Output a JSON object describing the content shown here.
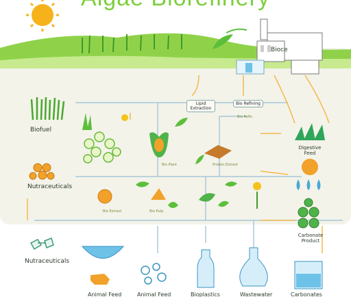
{
  "title": "Algae Biorefinery",
  "building_sign": "Bioce",
  "process_boxes": [
    "Lipid Extraction",
    "Bio Refining"
  ],
  "process_box_note": "Bio Refin",
  "small_labels": [
    "Bio Plant",
    "Protein Extract",
    "Bio Extract",
    "Bio Pulp"
  ],
  "labels": {
    "biofuel": "Biofuel",
    "nutraceuticals_top": "Nutraceuticals",
    "nutraceuticals_bottom": "Nutraceuticals",
    "right_top": "Digestive Feed",
    "right_bottom": "Carbonate Product",
    "bottom": [
      "Animal Feed",
      "Animal Feed",
      "Bioplastics",
      "Wastewater",
      "Carbonates"
    ]
  },
  "colors": {
    "title": "#7ccf3a",
    "hill": "#8fd24a",
    "arrow": "#f5b94a",
    "flow": "#a8c8d8",
    "leaf": "#5cbf3a",
    "orange": "#f2a12a"
  }
}
